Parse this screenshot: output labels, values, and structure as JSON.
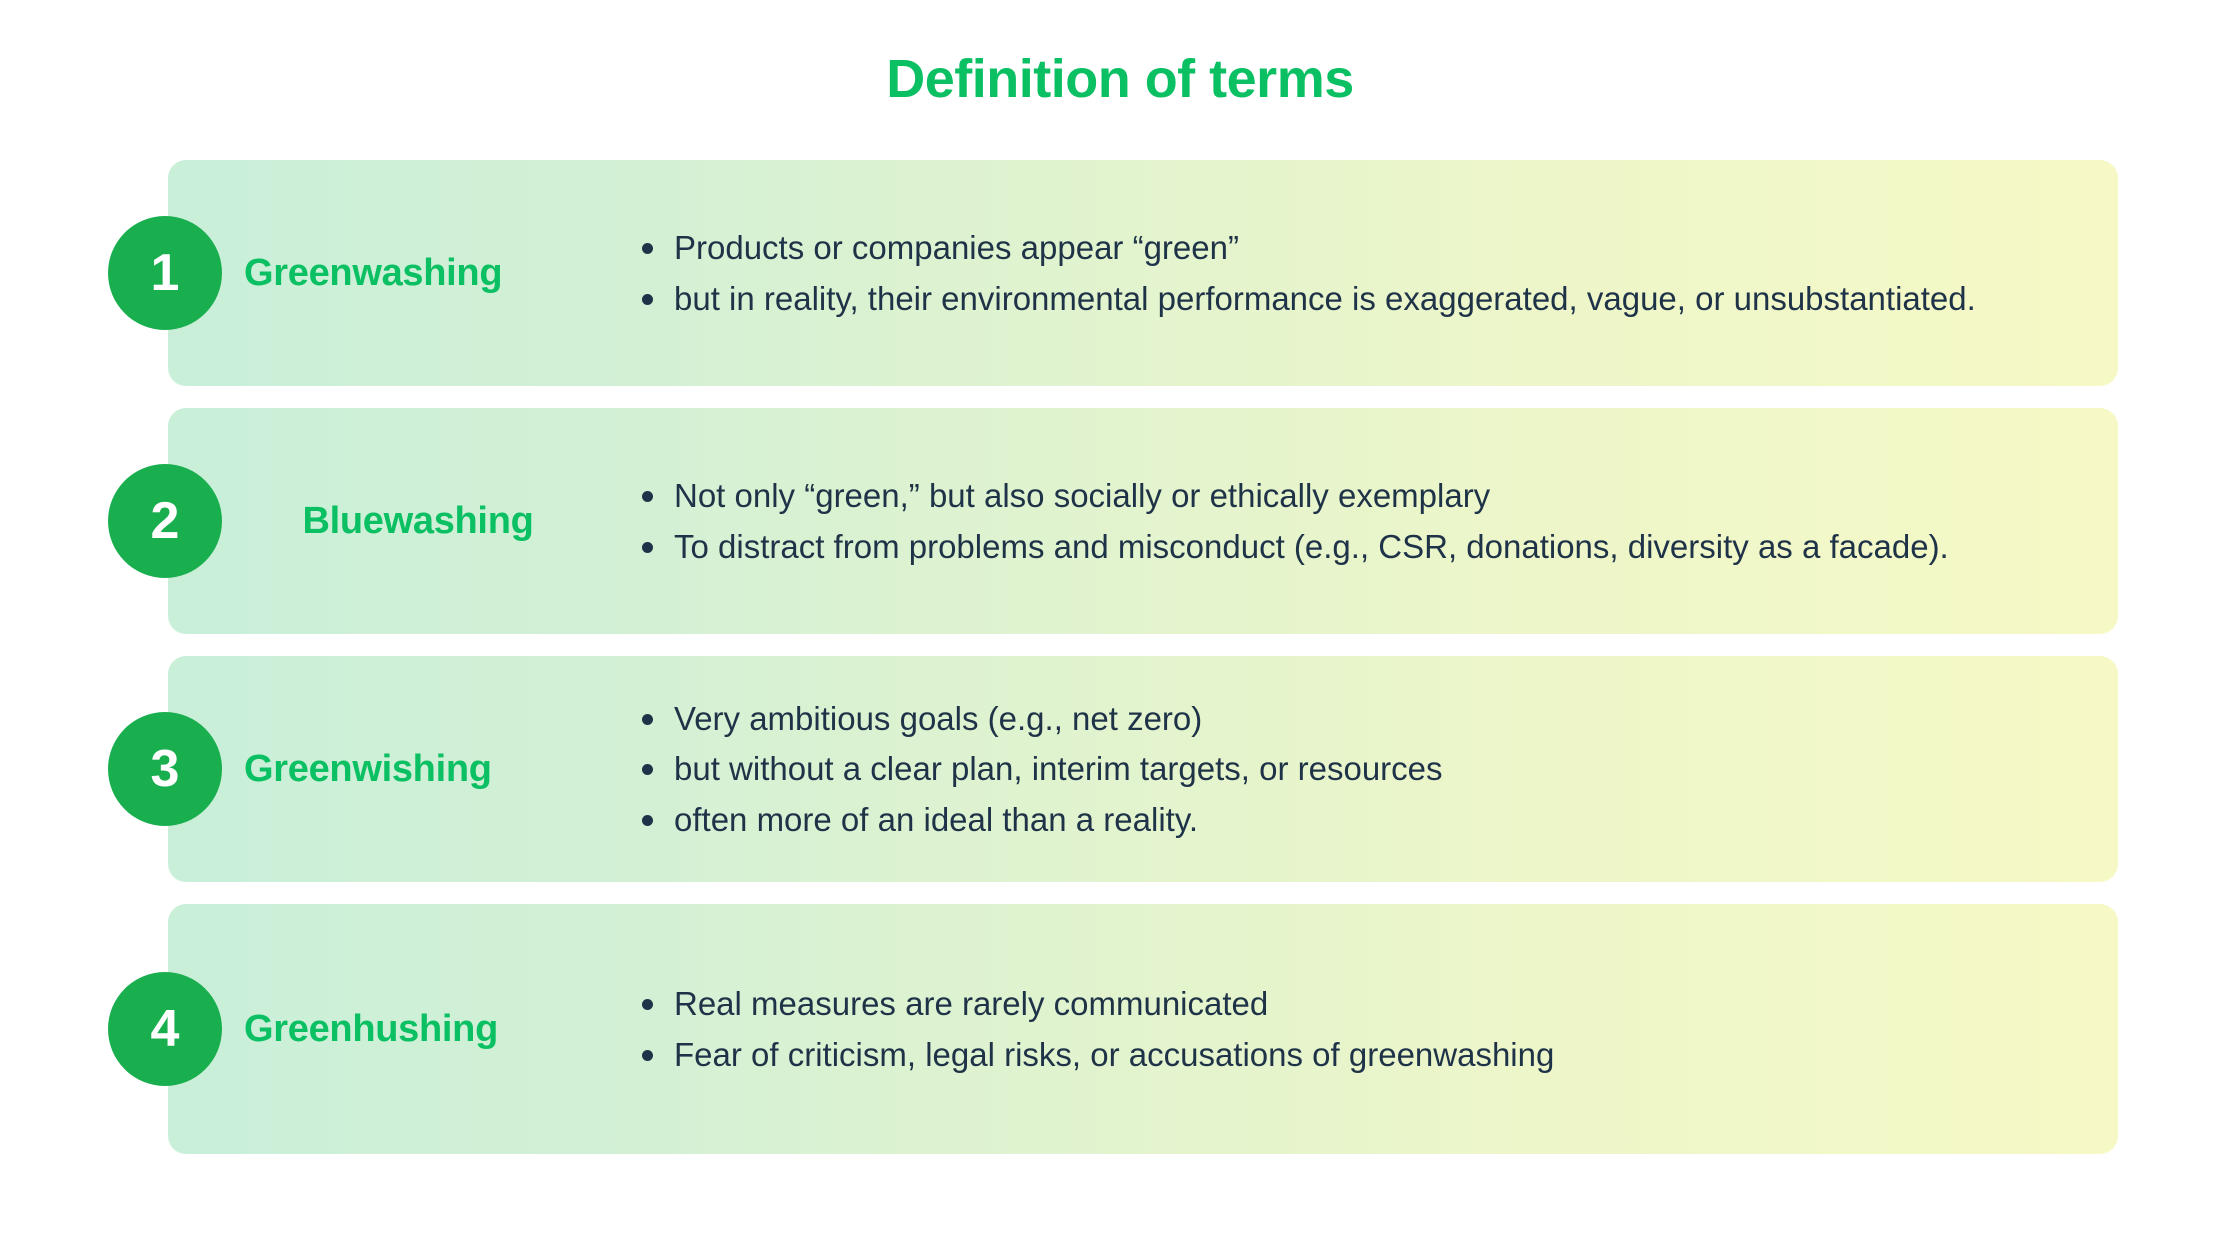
{
  "title": "Definition of terms",
  "theme": {
    "title_color": "#0bbf63",
    "badge_bg": "#1aaf4e",
    "badge_text": "#ffffff",
    "term_color": "#0bbf63",
    "body_text": "#1f3348",
    "card_gradient_start": "#c9efd9",
    "card_gradient_end": "#f6f9c6",
    "page_bg": "#ffffff"
  },
  "terms": [
    {
      "number": "1",
      "name": "Greenwashing",
      "points": [
        "Products or companies appear “green”",
        "but in reality, their environmental performance is exaggerated, vague, or unsubstantiated."
      ]
    },
    {
      "number": "2",
      "name": "Bluewashing",
      "points": [
        "Not only “green,” but also socially or ethically exemplary",
        "To distract from problems and misconduct (e.g., CSR, donations, diversity as a facade)."
      ]
    },
    {
      "number": "3",
      "name": "Greenwishing",
      "points": [
        "Very ambitious goals (e.g., net zero)",
        "but without a clear plan, interim targets, or resources",
        "often more of an ideal than a reality."
      ]
    },
    {
      "number": "4",
      "name": "Greenhushing",
      "points": [
        "Real measures are rarely communicated",
        "Fear of criticism, legal risks, or accusations of greenwashing"
      ]
    }
  ]
}
